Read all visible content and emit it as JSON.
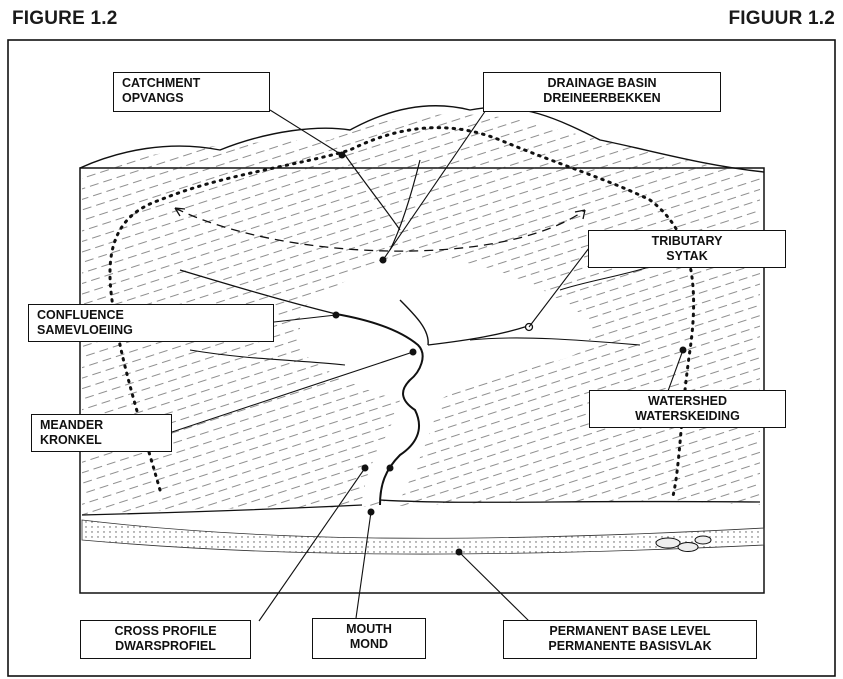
{
  "header": {
    "left_label": "FIGURE 1.2",
    "right_label": "FIGUUR 1.2"
  },
  "labels": {
    "catchment": {
      "en": "CATCHMENT",
      "af": "OPVANGS"
    },
    "drainage_basin": {
      "en": "DRAINAGE BASIN",
      "af": "DREINEERBEKKEN"
    },
    "tributary": {
      "en": "TRIBUTARY",
      "af": "SYTAK"
    },
    "confluence": {
      "en": "CONFLUENCE",
      "af": "SAMEVLOEIING"
    },
    "watershed": {
      "en": "WATERSHED",
      "af": "WATERSKEIDING"
    },
    "meander": {
      "en": "MEANDER",
      "af": "KRONKEL"
    },
    "cross_profile": {
      "en": "CROSS PROFILE",
      "af": "DWARSPROFIEL"
    },
    "mouth": {
      "en": "MOUTH",
      "af": "MOND"
    },
    "base_level": {
      "en": "PERMANENT BASE LEVEL",
      "af": "PERMANENTE BASISVLAK"
    }
  },
  "colors": {
    "ink": "#111111",
    "background": "#ffffff"
  }
}
